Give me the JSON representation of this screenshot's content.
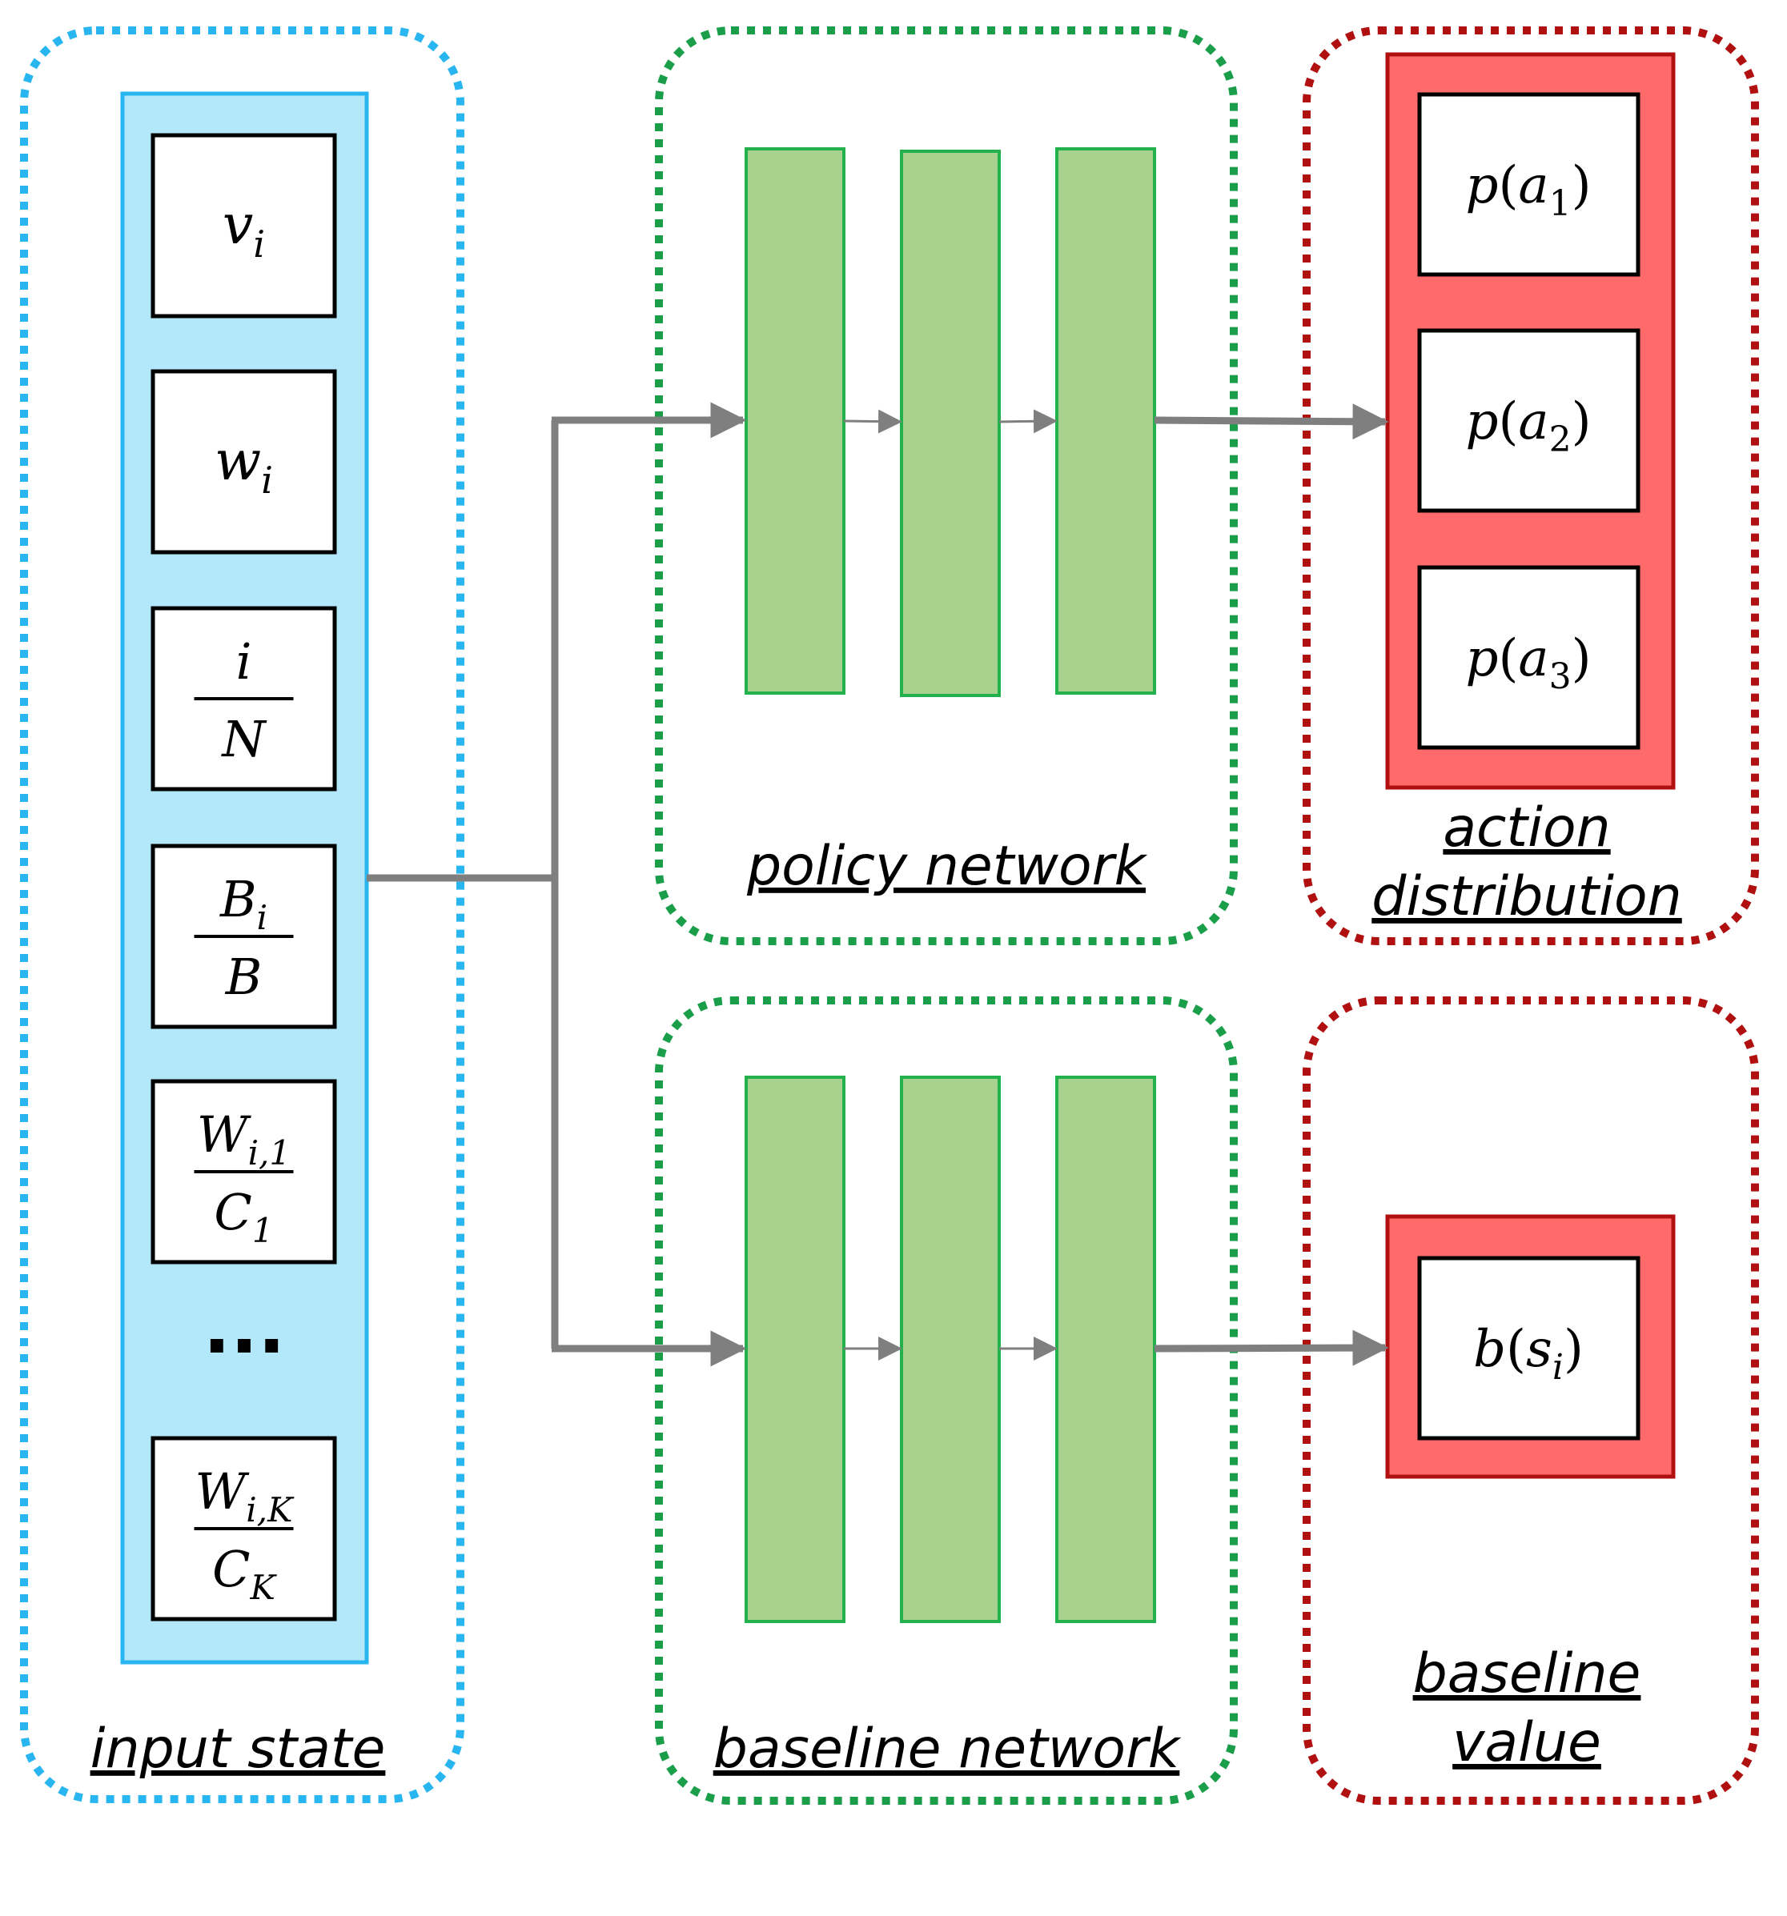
{
  "colors": {
    "input_border": "#29b6f0",
    "input_fill": "#b3e8fb",
    "network_border": "#1a9e4a",
    "layer_fill": "#a9d18e",
    "layer_border": "#22b14c",
    "output_border": "#b01010",
    "output_fill": "#ff6b6b",
    "arrow": "#7f7f7f"
  },
  "input_state": {
    "caption": "input state",
    "features": [
      {
        "kind": "var",
        "base": "v",
        "sub": "i"
      },
      {
        "kind": "var",
        "base": "w",
        "sub": "i"
      },
      {
        "kind": "frac",
        "num_base": "i",
        "num_sub": "",
        "den_base": "N",
        "den_sub": ""
      },
      {
        "kind": "frac",
        "num_base": "B",
        "num_sub": "i",
        "den_base": "B",
        "den_sub": ""
      },
      {
        "kind": "frac",
        "num_base": "W",
        "num_sub": "i,1",
        "den_base": "C",
        "den_sub": "1"
      },
      {
        "kind": "frac",
        "num_base": "W",
        "num_sub": "i,K",
        "den_base": "C",
        "den_sub": "K"
      }
    ],
    "ellipsis": "..."
  },
  "policy_network": {
    "caption": "policy network",
    "layers": 3
  },
  "baseline_network": {
    "caption": "baseline network",
    "layers": 3
  },
  "action_distribution": {
    "caption_line1": "action",
    "caption_line2": "distribution",
    "items": [
      {
        "fn": "p",
        "arg_base": "a",
        "arg_sub": "1"
      },
      {
        "fn": "p",
        "arg_base": "a",
        "arg_sub": "2"
      },
      {
        "fn": "p",
        "arg_base": "a",
        "arg_sub": "3"
      }
    ]
  },
  "baseline_value": {
    "caption_line1": "baseline",
    "caption_line2": "value",
    "item": {
      "fn": "b",
      "arg_base": "s",
      "arg_sub": "i"
    }
  }
}
